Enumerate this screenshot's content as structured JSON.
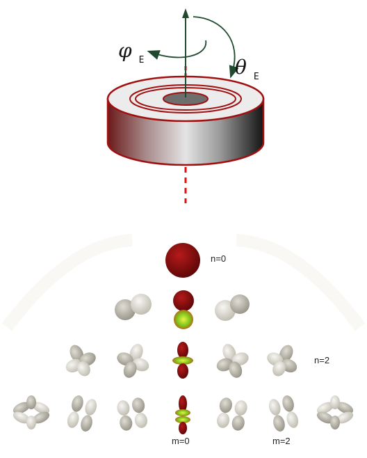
{
  "angles": {
    "phi": {
      "symbol": "φ",
      "subscript": "E"
    },
    "theta": {
      "symbol": "θ",
      "subscript": "E"
    }
  },
  "labels": {
    "n0": "n=0",
    "n2": "n=2",
    "m0": "m=0",
    "m2": "m=2"
  },
  "colors": {
    "ring_outline": "#a01010",
    "arrow": "#1f4a2e",
    "axis_dash": "#dd1111",
    "lobe_gray": "#c9c6bc",
    "lobe_red": "#8a0a0a",
    "lobe_green": "#88cc22"
  }
}
